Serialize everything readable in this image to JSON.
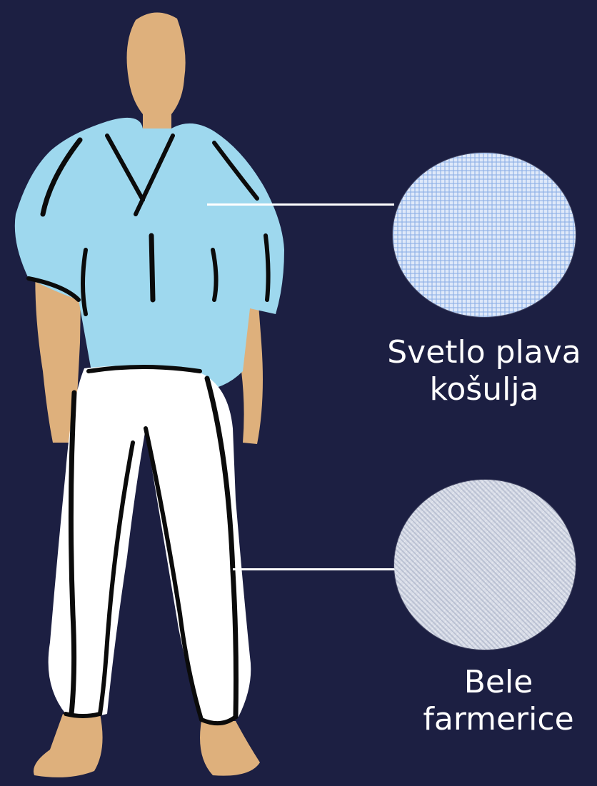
{
  "colors": {
    "background": "#1c1f42",
    "skin": "#deb07c",
    "shirt": "#9ed8ee",
    "pants": "#ffffff",
    "outline": "#0b0b0b",
    "label_text": "#ffffff"
  },
  "callouts": [
    {
      "id": "shirt",
      "label_line1": "Svetlo plava",
      "label_line2": "košulja",
      "fabric": "light-blue-gingham"
    },
    {
      "id": "jeans",
      "label_line1": "Bele",
      "label_line2": "farmerice",
      "fabric": "white-denim"
    }
  ]
}
